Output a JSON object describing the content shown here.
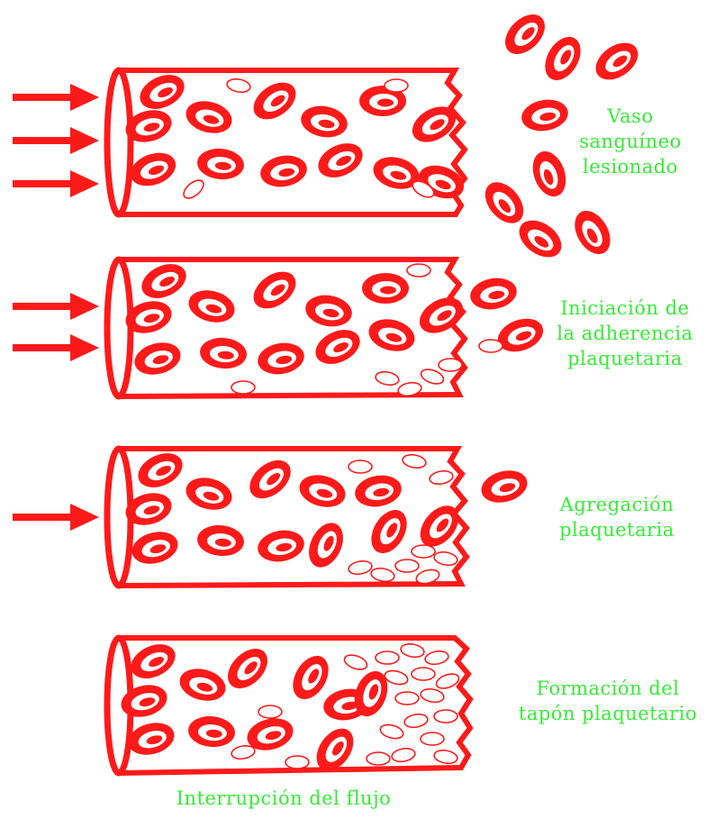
{
  "colors": {
    "vessel": "#ff1a1a",
    "label": "#33ee33",
    "background": "#ffffff"
  },
  "stages": [
    {
      "id": "stage-1",
      "arrows": 3,
      "lines": [
        "Vaso",
        "sanguíneo",
        "lesionado"
      ]
    },
    {
      "id": "stage-2",
      "arrows": 2,
      "lines": [
        "Iniciación de",
        "la adherencia",
        "plaquetaria"
      ]
    },
    {
      "id": "stage-3",
      "arrows": 1,
      "lines": [
        "Agregación",
        "plaquetaria"
      ]
    },
    {
      "id": "stage-4",
      "arrows": 0,
      "lines": [
        "Formación del",
        "tapón plaquetario"
      ]
    }
  ],
  "caption": "Interrupción del flujo"
}
